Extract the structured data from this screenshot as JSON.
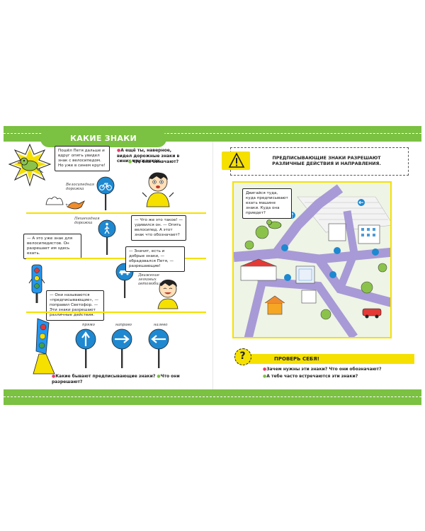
{
  "left_page": {
    "title": "КАКИЕ ЗНАКИ ПРЕДПИСЫВАЮТ?",
    "intro_bubble": "Пошёл Петя дальше и вдруг опять увидел знак с велосипедом. Но уже в синем круге!",
    "intro_question": "А ещё ты, наверное, видел дорожные знаки в синих кружочках.",
    "intro_question_bullet": "Что они означают?",
    "label_bike_path": "Велосипедная дорожка",
    "label_pedestrian_path": "Пешеходная дорожка",
    "label_cars": "Движение легковых автомобилей",
    "label_straight": "прямо",
    "label_right": "направо",
    "label_left": "налево",
    "bubble_what": "— Что же это такое! — удивился он. — Опять велосипед. А этот знак что обозначает?",
    "bubble_bike": "— А это уже знак для велосипедистов. Он разрешает им здесь ехать.",
    "bubble_good": "— Значит, есть и добрые знаки, — обрадовался Петя, — разрешающие!",
    "bubble_explain": "— Они называются «предписывающие», — поправил Светофор. — Эти знаки разрешают различные действия.",
    "footer_question": "Какие бывают предписывающие знаки?",
    "footer_question2": "Что они разрешают?"
  },
  "right_page": {
    "warning_text": "ПРЕДПИСЫВАЮЩИЕ ЗНАКИ РАЗРЕШАЮТ РАЗЛИЧНЫЕ ДЕЙСТВИЯ И НАПРАВЛЕНИЯ.",
    "map_bubble": "Двигайся туда, куда предписывают ехать машине знаки. Куда она приедет?",
    "check_title": "ПРОВЕРЬ СЕБЯ!",
    "check_mark": "?",
    "check_q1": "Зачем нужны эти знаки? Что они обозначают?",
    "check_q2": "А тебе часто встречаются эти знаки?"
  },
  "colors": {
    "brand_green": "#7bc142",
    "sign_blue": "#1e88d0",
    "accent_yellow": "#f5e000",
    "accent_pink": "#e73a6a",
    "road_purple": "#a89ad6"
  }
}
